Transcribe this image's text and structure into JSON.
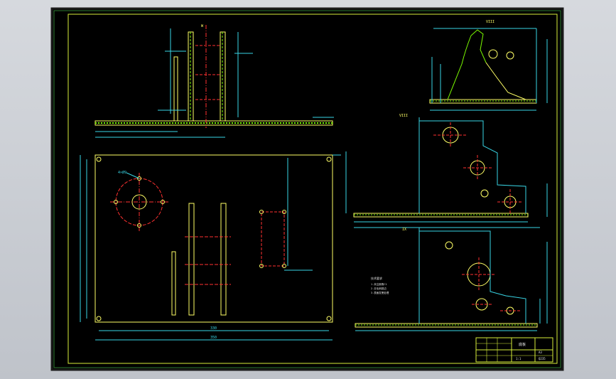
{
  "sheet": {
    "colors": {
      "paper": "#000000",
      "border": "#2e7d32",
      "frame": "#d7ee3a",
      "part": "#ffff66",
      "dim": "#39d6e6",
      "center": "#ff3030",
      "label": "#e8e8e8"
    }
  },
  "views": {
    "top_view": {
      "label": "W"
    },
    "plan_view": {
      "dim_width_inner": "330",
      "dim_width_outer": "350",
      "hole_callout": "4×Ø9"
    },
    "detail_1": {
      "label": "VIII"
    },
    "detail_2": {
      "label": "VIII"
    },
    "detail_3": {
      "label": "IX"
    }
  },
  "notes": {
    "title": "技术要求",
    "lines": [
      "1.未注倒角C1",
      "2.去毛刺锐边",
      "3.表面发黑处理"
    ]
  },
  "title_block": {
    "part_name": "底板",
    "material": "Q235",
    "scale": "1:1",
    "drawing_no": "A3"
  }
}
